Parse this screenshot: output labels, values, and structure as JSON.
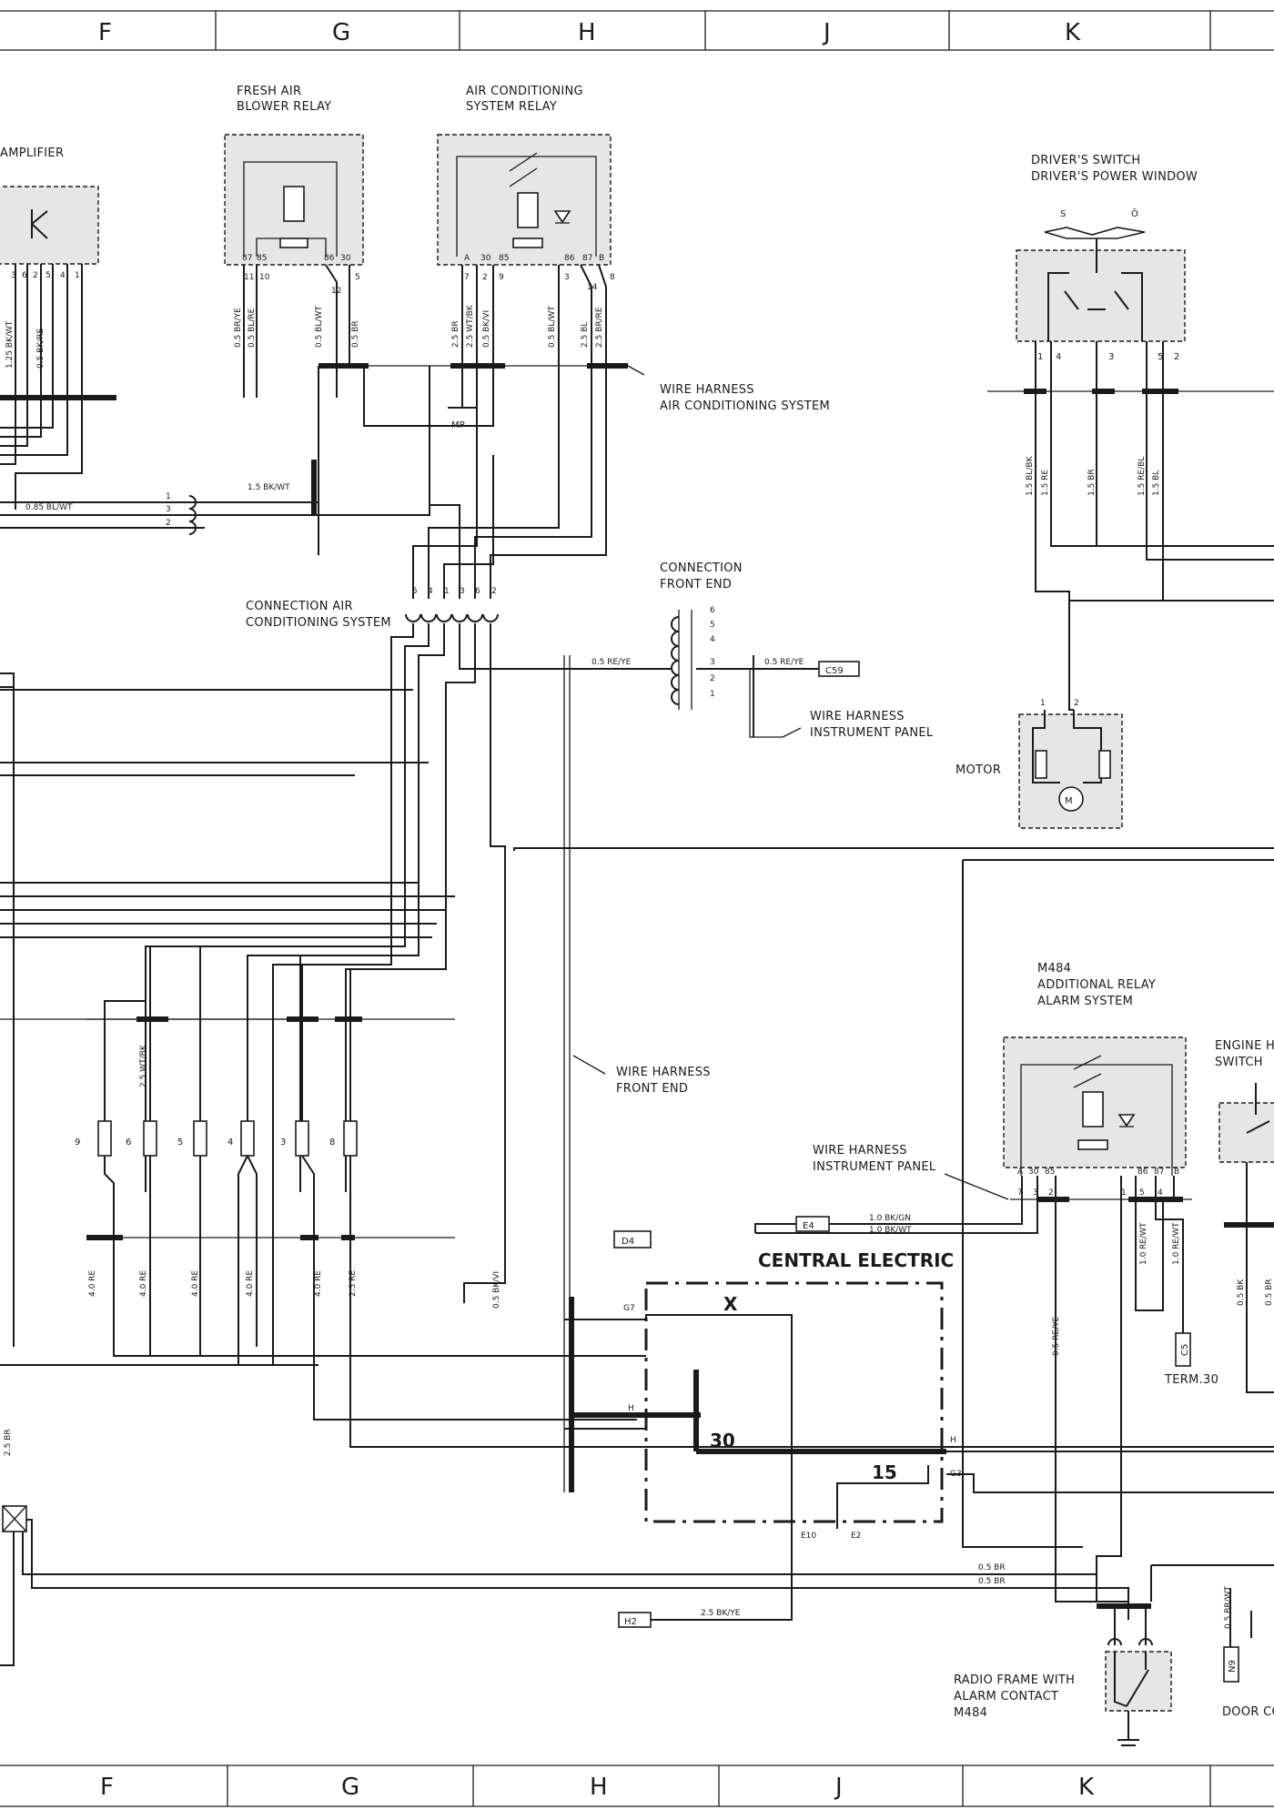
{
  "grid": {
    "columns": [
      "F",
      "G",
      "H",
      "J",
      "K"
    ]
  },
  "components": {
    "amplifier": "AMPLIFIER",
    "fresh_air_relay": [
      "FRESH AIR",
      "BLOWER RELAY"
    ],
    "ac_relay": [
      "AIR CONDITIONING",
      "SYSTEM RELAY"
    ],
    "drivers_switch": [
      "DRIVER'S SWITCH",
      "DRIVER'S POWER WINDOW"
    ],
    "switch_marks": [
      "S",
      "Ö"
    ],
    "motor": "MOTOR",
    "connection_front_end": [
      "CONNECTION",
      "FRONT END"
    ],
    "connection_ac": [
      "CONNECTION AIR",
      "CONDITIONING SYSTEM"
    ],
    "harness_ac": [
      "WIRE HARNESS",
      "AIR CONDITIONING SYSTEM"
    ],
    "harness_ip_1": [
      "WIRE HARNESS",
      "INSTRUMENT PANEL"
    ],
    "harness_front_end": [
      "WIRE HARNESS",
      "FRONT END"
    ],
    "harness_ip_2": [
      "WIRE HARNESS",
      "INSTRUMENT PANEL"
    ],
    "alarm_relay": [
      "M484",
      "ADDITIONAL RELAY",
      "ALARM SYSTEM"
    ],
    "engine_switch": [
      "ENGINE HO",
      "SWITCH"
    ],
    "central_electric": "CENTRAL ELECTRIC",
    "radio_frame": [
      "RADIO FRAME WITH",
      "ALARM CONTACT",
      "M484"
    ],
    "door": "DOOR CO",
    "term30": "TERM.30",
    "mp": "MP"
  },
  "central": {
    "x": "X",
    "term_30": "30",
    "term_15": "15",
    "pins": {
      "g7": "G7",
      "h_left": "H",
      "h_right": "H",
      "g3": "G3",
      "e10": "E10",
      "e2": "E2"
    }
  },
  "terminals": {
    "fresh_relay": [
      "87",
      "85",
      "86",
      "30"
    ],
    "ac_relay": [
      "A",
      "30",
      "85",
      "86",
      "87",
      "B"
    ],
    "alarm_relay": [
      "A",
      "30",
      "85",
      "86",
      "87",
      "B"
    ]
  },
  "pin_numbers": {
    "amplifier": [
      "3",
      "6",
      "2",
      "5",
      "4",
      "1"
    ],
    "fresh_relay": [
      "11",
      "10",
      "12",
      "5"
    ],
    "ac_relay": [
      "7",
      "2",
      "9",
      "3",
      "14",
      "8"
    ],
    "drivers_switch": [
      "1",
      "4",
      "3",
      "5",
      "2"
    ],
    "conn_ac": [
      "5",
      "4",
      "1",
      "3",
      "6",
      "2"
    ],
    "conn_fe": [
      "6",
      "5",
      "4",
      "3",
      "2",
      "1"
    ],
    "conn_left": [
      "1",
      "3",
      "2"
    ],
    "motor": [
      "1",
      "2"
    ],
    "alarm_relay": [
      "7",
      "3",
      "2",
      "1",
      "5",
      "4"
    ]
  },
  "wires": {
    "amp": [
      "1.25 BK/WT",
      "0.5 BK/RE"
    ],
    "fresh": [
      "0.5 BR/YE",
      "0.5 BL/RE",
      "0.5 BL/WT",
      "0.5 BR"
    ],
    "ac": [
      "2.5 BR",
      "2.5 WT/BK",
      "0.5 BK/VI",
      "0.5 BL/WT",
      "2.5 BL",
      "2.5 BR/RE"
    ],
    "window": [
      "1.5 BL/BK",
      "1.5 RE",
      "1.5 BR",
      "1.5 RE/BL",
      "1.5 BL"
    ],
    "w_085": "0.85 BL/WT",
    "w_15bkwt": "1.5 BK/WT",
    "w_05reye_1": "0.5 RE/YE",
    "w_05reye_2": "0.5 RE/YE",
    "w_wtbk": "2.5 WT/BK",
    "fuses_wires": [
      "4.0 RE",
      "4.0 RE",
      "4.0 RE",
      "4.0 RE",
      "4.0 RE",
      "2.5 RE"
    ],
    "w_bkvi": "0.5 BK/VI",
    "w_25br": "2.5 BR",
    "w_bkgn": "1.0 BK/GN",
    "w_bkwt": "1.0 BK/WT",
    "w_05reye_v": "0.5 RE/YE",
    "w_rewt": [
      "1.0 RE/WT",
      "1.0 RE/WT"
    ],
    "w_br": [
      "0.5 BR",
      "0.5 BR"
    ],
    "w_25bkye": "2.5 BK/YE",
    "w_right": [
      "0.5 BK",
      "0.5 BR"
    ],
    "w_brwt": "0.5 BR/WT"
  },
  "fuses": [
    "9",
    "6",
    "5",
    "4",
    "3",
    "8"
  ],
  "refs": {
    "c59": "C59",
    "e4": "E4",
    "d4": "D4",
    "c5": "C5",
    "h2": "H2",
    "n9": "N9"
  }
}
